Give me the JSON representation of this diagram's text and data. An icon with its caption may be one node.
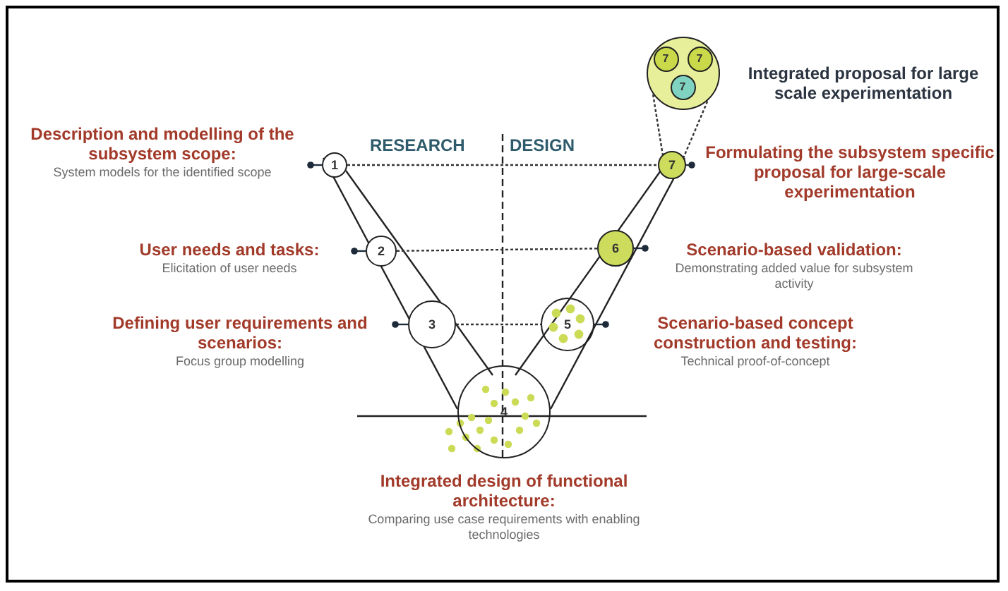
{
  "diagram": {
    "nodes": [
      {
        "text": [
          "Description and modelling of the subsystem scope:",
          "System models for the identified scope"
        ]
      },
      {
        "text": [
          "1"
        ]
      },
      {
        "text": [
          "User needs and tasks:",
          "Elicitation of user needs"
        ]
      },
      {
        "text": [
          "2"
        ]
      },
      {
        "text": [
          "Defining user requirements and scenarios:",
          "Focus group modelling"
        ]
      },
      {
        "text": [
          "3"
        ]
      },
      {
        "text": [
          "4"
        ],
        "beside": [
          "Integrated design of functional architecture:",
          "Comparing use case requirements with enabling technologies"
        ]
      },
      {
        "text": [
          "5"
        ]
      },
      {
        "text": [
          "Scenario-based concept construction and testing:",
          "Technical proof-of-concept"
        ]
      },
      {
        "text": [
          "6"
        ]
      },
      {
        "text": [
          "Scenario-based validation:",
          "Demonstrating added value for subsystem activity"
        ]
      },
      {
        "text": [
          "7"
        ]
      },
      {
        "text": [
          "Formulating the subsystem specific proposal for large-scale experimentation"
        ]
      },
      {
        "text": [],
        "shape": "circle",
        "beside": [
          "Integrated proposal for large scale experimentation"
        ]
      },
      {
        "text": [
          "7"
        ],
        "in": 13
      },
      {
        "text": [
          "7"
        ],
        "in": 13
      },
      {
        "text": [
          "7"
        ],
        "in": 13
      }
    ],
    "edges": [
      {
        "from": 0,
        "to": 1,
        "arrow": "other"
      },
      {
        "from": 2,
        "to": 3,
        "arrow": "other"
      },
      {
        "from": 4,
        "to": 5,
        "arrow": "other"
      },
      {
        "from": 8,
        "to": 7,
        "arrow": "other"
      },
      {
        "from": 10,
        "to": 9,
        "arrow": "other"
      },
      {
        "from": 12,
        "to": 11,
        "arrow": "other"
      },
      {
        "from": 1,
        "to": 11,
        "arrow": "none",
        "style": "dashed"
      },
      {
        "from": 3,
        "to": 9,
        "arrow": "none",
        "style": "dashed"
      },
      {
        "from": 5,
        "to": 7,
        "arrow": "none",
        "style": "dashed"
      },
      {
        "from": 11,
        "to": 13,
        "arrow": "none",
        "style": "dashed"
      }
    ],
    "labels": [
      "RESEARCH",
      "DESIGN"
    ]
  }
}
